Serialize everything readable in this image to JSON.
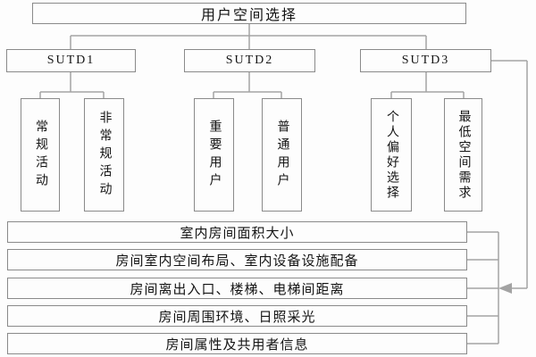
{
  "diagram": {
    "title_note": "user space selection hierarchy",
    "root": {
      "label": "用户空间选择"
    },
    "branches": [
      {
        "label": "SUTD1",
        "children": [
          "常规活动",
          "非常规活动"
        ]
      },
      {
        "label": "SUTD2",
        "children": [
          "重要用户",
          "普通用户"
        ]
      },
      {
        "label": "SUTD3",
        "children": [
          "个人偏好选择",
          "最低空间需求"
        ]
      }
    ],
    "criteria_rows": [
      "室内房间面积大小",
      "房间室内空间布局、室内设备设施配备",
      "房间离出入口、楼梯、电梯间距离",
      "房间周围环境、日照采光",
      "房间属性及共用者信息"
    ],
    "colors": {
      "line": "#a3a3a3",
      "border": "#8a8a8a",
      "text": "#141414",
      "background": "#fdfdfd"
    }
  }
}
